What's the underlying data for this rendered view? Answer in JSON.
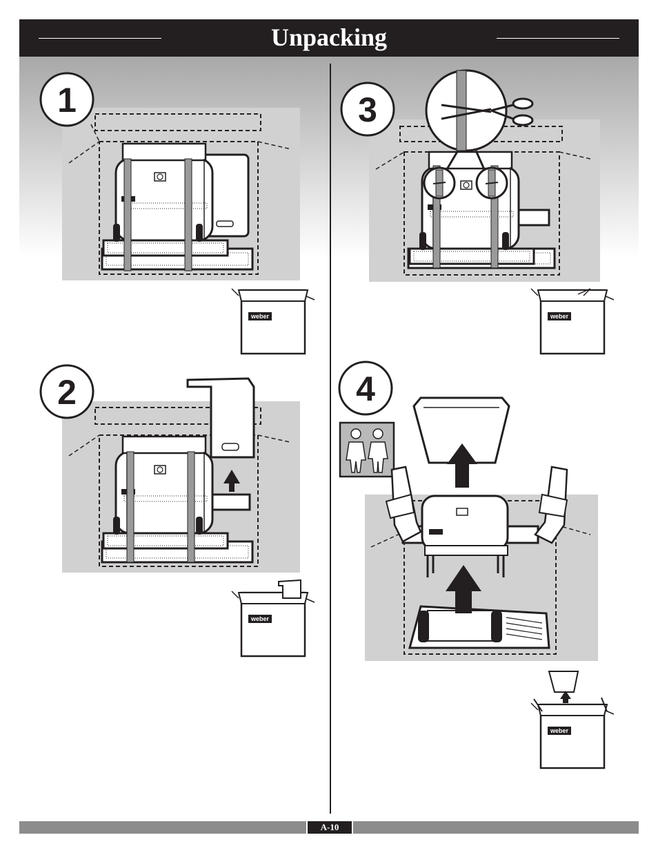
{
  "page": {
    "title": "Unpacking",
    "page_number": "A-10"
  },
  "steps": [
    {
      "number": "1"
    },
    {
      "number": "2"
    },
    {
      "number": "3"
    },
    {
      "number": "4"
    }
  ],
  "brand_label": "weber",
  "colors": {
    "header_bg": "#231f20",
    "panel_bg": "#d1d1d1",
    "footer_bar": "#8c8c8c"
  },
  "icons": [
    "scissors-icon",
    "up-arrow-icon",
    "two-people-icon",
    "box-icon",
    "grill-icon"
  ]
}
